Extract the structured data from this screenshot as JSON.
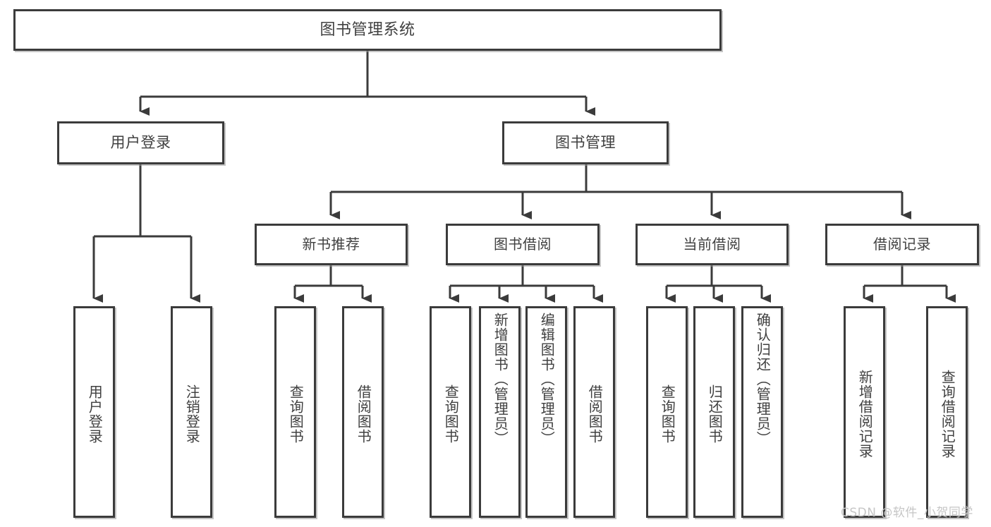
{
  "diagram": {
    "type": "tree",
    "title": "图书管理系统",
    "root": {
      "label": "图书管理系统"
    },
    "level1": [
      {
        "label": "用户登录"
      },
      {
        "label": "图书管理"
      }
    ],
    "level2": [
      {
        "label": "新书推荐"
      },
      {
        "label": "图书借阅"
      },
      {
        "label": "当前借阅"
      },
      {
        "label": "借阅记录"
      }
    ],
    "leaves": {
      "user_login": [
        {
          "label": "用户登录"
        },
        {
          "label": "注销登录"
        }
      ],
      "new_book_recommend": [
        {
          "label": "查询图书"
        },
        {
          "label": "借阅图书"
        }
      ],
      "book_borrow": [
        {
          "label": "查询图书"
        },
        {
          "label": "新增图书（管理员）"
        },
        {
          "label": "编辑图书（管理员）"
        },
        {
          "label": "借阅图书"
        }
      ],
      "current_borrow": [
        {
          "label": "查询图书"
        },
        {
          "label": "归还图书"
        },
        {
          "label": "确认归还（管理员）"
        }
      ],
      "borrow_record": [
        {
          "label": "新增借阅记录"
        },
        {
          "label": "查询借阅记录"
        }
      ]
    }
  },
  "watermark": {
    "text": "CSDN @软件_小贺同学"
  },
  "colors": {
    "border": "#3b3b3b",
    "text": "#404040",
    "background": "#ffffff",
    "watermark": "#c6c6c6"
  }
}
